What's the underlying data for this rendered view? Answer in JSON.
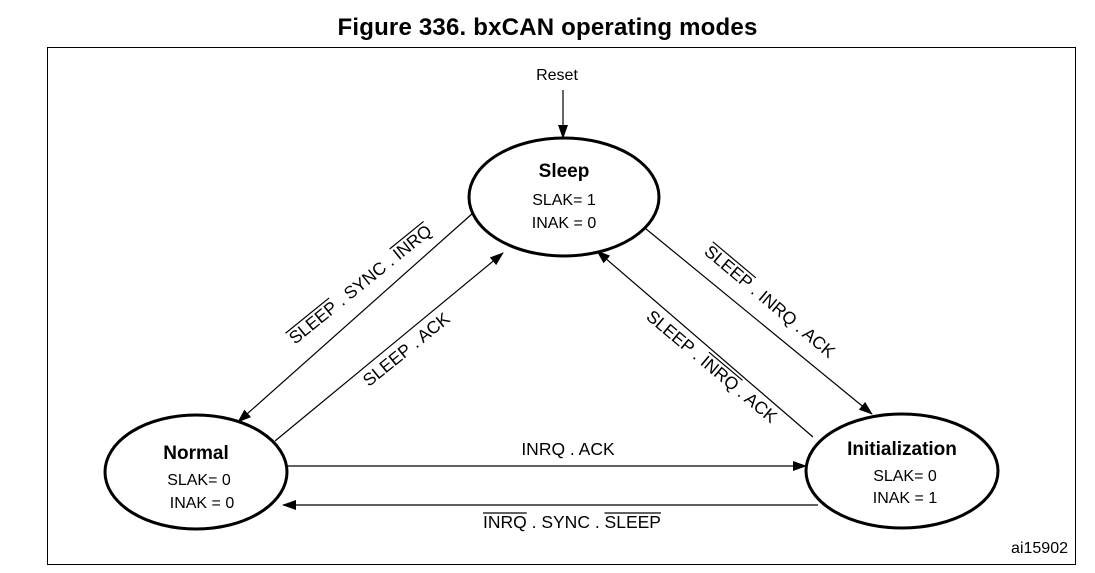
{
  "figure": {
    "title": "Figure 336. bxCAN operating modes",
    "ref_id": "ai15902"
  },
  "reset_label": "Reset",
  "states": {
    "sleep": {
      "name": "Sleep",
      "slak": "SLAK= 1",
      "inak": "INAK = 0"
    },
    "normal": {
      "name": "Normal",
      "slak": "SLAK= 0",
      "inak": "INAK = 0"
    },
    "initialization": {
      "name": "Initialization",
      "slak": "SLAK= 0",
      "inak": "INAK = 1"
    }
  },
  "transitions": {
    "sleep_to_normal": {
      "parts": [
        "SLEEP",
        " . SYNC . ",
        "INRQ"
      ],
      "overbar": [
        true,
        false,
        true
      ]
    },
    "normal_to_sleep": {
      "label": "SLEEP . ACK"
    },
    "sleep_to_init": {
      "parts": [
        "SLEEP",
        " . INRQ . ACK"
      ],
      "overbar": [
        true,
        false
      ]
    },
    "init_to_sleep": {
      "parts": [
        "SLEEP . ",
        "INRQ",
        " . ACK"
      ],
      "overbar": [
        false,
        true,
        false
      ]
    },
    "normal_to_init": {
      "label": "INRQ . ACK"
    },
    "init_to_normal": {
      "parts": [
        "INRQ",
        " . SYNC . ",
        "SLEEP"
      ],
      "overbar": [
        true,
        false,
        true
      ]
    }
  }
}
